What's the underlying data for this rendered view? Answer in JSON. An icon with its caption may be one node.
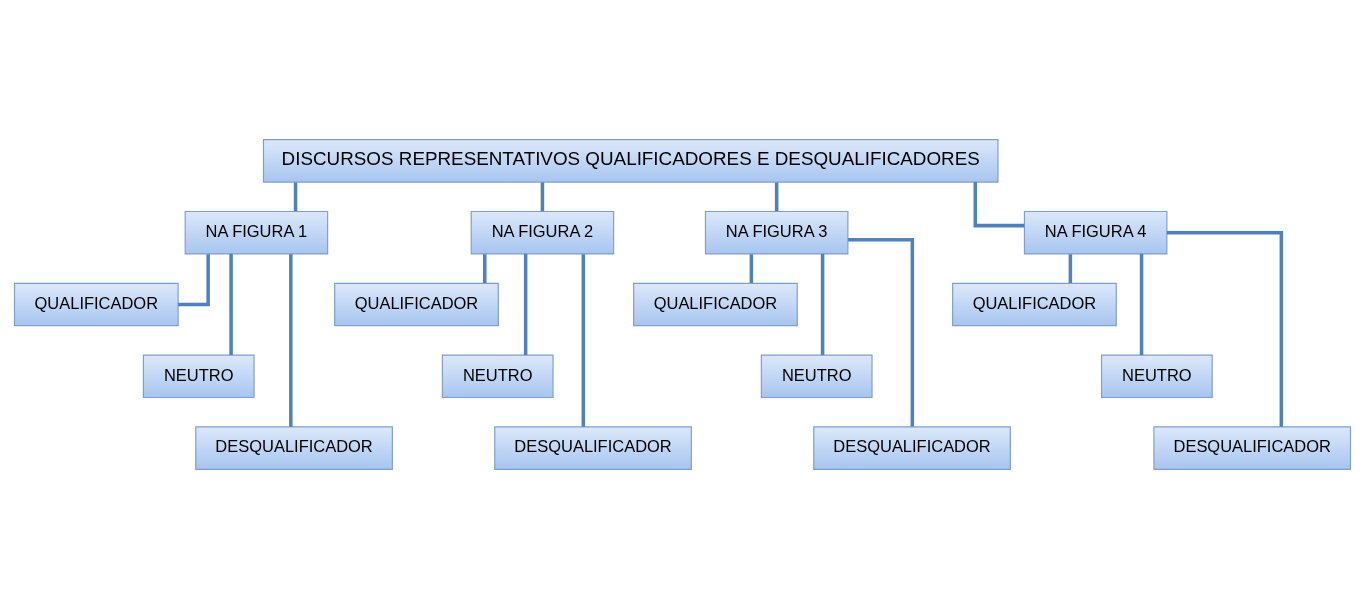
{
  "diagram": {
    "nodes": [
      {
        "text": [
          "DISCURSOS REPRESENTATIVOS QUALIFICADORES E DESQUALIFICADORES"
        ]
      },
      {
        "text": [
          "NA FIGURA 1"
        ]
      },
      {
        "text": [
          "NA FIGURA 2"
        ]
      },
      {
        "text": [
          "NA FIGURA 3"
        ]
      },
      {
        "text": [
          "NA FIGURA 4"
        ]
      },
      {
        "text": [
          "QUALIFICADOR"
        ]
      },
      {
        "text": [
          "NEUTRO"
        ]
      },
      {
        "text": [
          "DESQUALIFICADOR"
        ]
      },
      {
        "text": [
          "QUALIFICADOR"
        ]
      },
      {
        "text": [
          "NEUTRO"
        ]
      },
      {
        "text": [
          "DESQUALIFICADOR"
        ]
      },
      {
        "text": [
          "QUALIFICADOR"
        ]
      },
      {
        "text": [
          "NEUTRO"
        ]
      },
      {
        "text": [
          "DESQUALIFICADOR"
        ]
      },
      {
        "text": [
          "QUALIFICADOR"
        ]
      },
      {
        "text": [
          "NEUTRO"
        ]
      },
      {
        "text": [
          "DESQUALIFICADOR"
        ]
      }
    ],
    "edges": [
      {
        "from": 0,
        "to": 1,
        "arrow": "none"
      },
      {
        "from": 0,
        "to": 2,
        "arrow": "none"
      },
      {
        "from": 0,
        "to": 3,
        "arrow": "none"
      },
      {
        "from": 0,
        "to": 4,
        "arrow": "none"
      },
      {
        "from": 1,
        "to": 5,
        "arrow": "none"
      },
      {
        "from": 1,
        "to": 6,
        "arrow": "none"
      },
      {
        "from": 1,
        "to": 7,
        "arrow": "none"
      },
      {
        "from": 2,
        "to": 8,
        "arrow": "none"
      },
      {
        "from": 2,
        "to": 9,
        "arrow": "none"
      },
      {
        "from": 2,
        "to": 10,
        "arrow": "none"
      },
      {
        "from": 3,
        "to": 11,
        "arrow": "none"
      },
      {
        "from": 3,
        "to": 12,
        "arrow": "none"
      },
      {
        "from": 3,
        "to": 13,
        "arrow": "none"
      },
      {
        "from": 4,
        "to": 14,
        "arrow": "none"
      },
      {
        "from": 4,
        "to": 15,
        "arrow": "none"
      },
      {
        "from": 4,
        "to": 16,
        "arrow": "none"
      }
    ]
  }
}
